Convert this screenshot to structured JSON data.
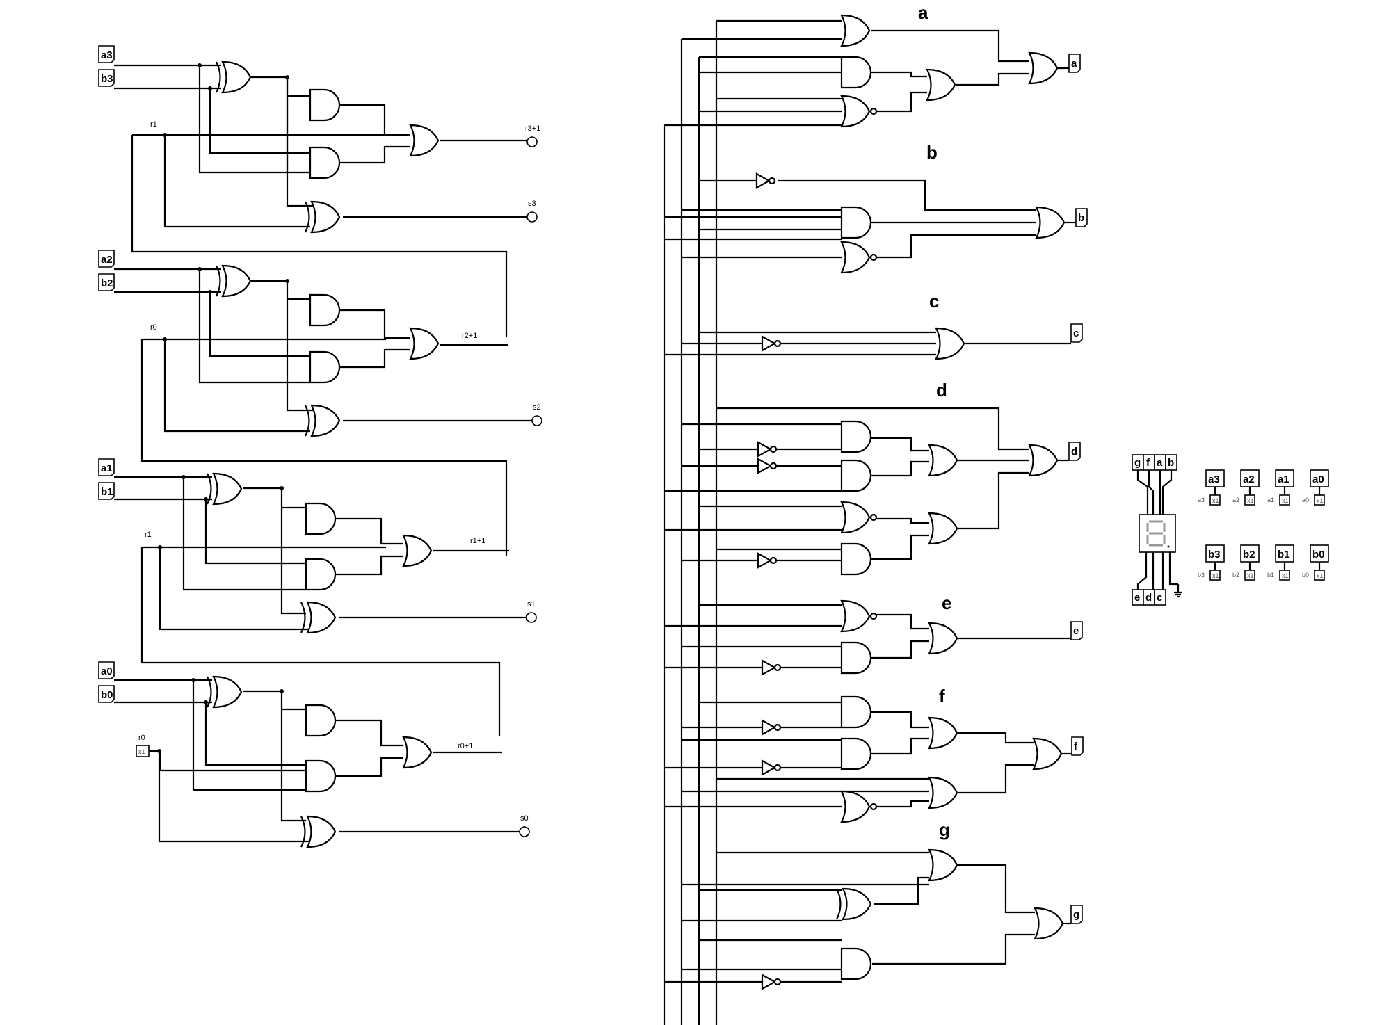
{
  "inputs": {
    "a3": "a3",
    "b3": "b3",
    "a2": "a2",
    "b2": "b2",
    "a1": "a1",
    "b1": "b1",
    "a0": "a0",
    "b0": "b0"
  },
  "wire_labels": {
    "r1_top": "r1",
    "r0_top": "r0",
    "r1_mid": "r1",
    "r0_bot": "r0",
    "r3p1": "r3+1",
    "r2p1": "r2+1",
    "r1p1": "r1+1",
    "r0p1": "r0+1",
    "s3": "s3",
    "s2": "s2",
    "s1": "s1",
    "s0": "s0",
    "x1": "x1"
  },
  "segments": [
    "a",
    "b",
    "c",
    "d",
    "e",
    "f",
    "g"
  ],
  "display": {
    "top_pins": [
      "g",
      "f",
      "a",
      "b"
    ],
    "bottom_pins": [
      "e",
      "d",
      "c"
    ]
  },
  "probes": {
    "top": [
      {
        "name": "a3",
        "label": "a3"
      },
      {
        "name": "a2",
        "label": "a2"
      },
      {
        "name": "a1",
        "label": "a1"
      },
      {
        "name": "a0",
        "label": "a0"
      }
    ],
    "bottom": [
      {
        "name": "b3",
        "label": "b3"
      },
      {
        "name": "b2",
        "label": "b2"
      },
      {
        "name": "b1",
        "label": "b1"
      },
      {
        "name": "b0",
        "label": "b0"
      }
    ]
  }
}
